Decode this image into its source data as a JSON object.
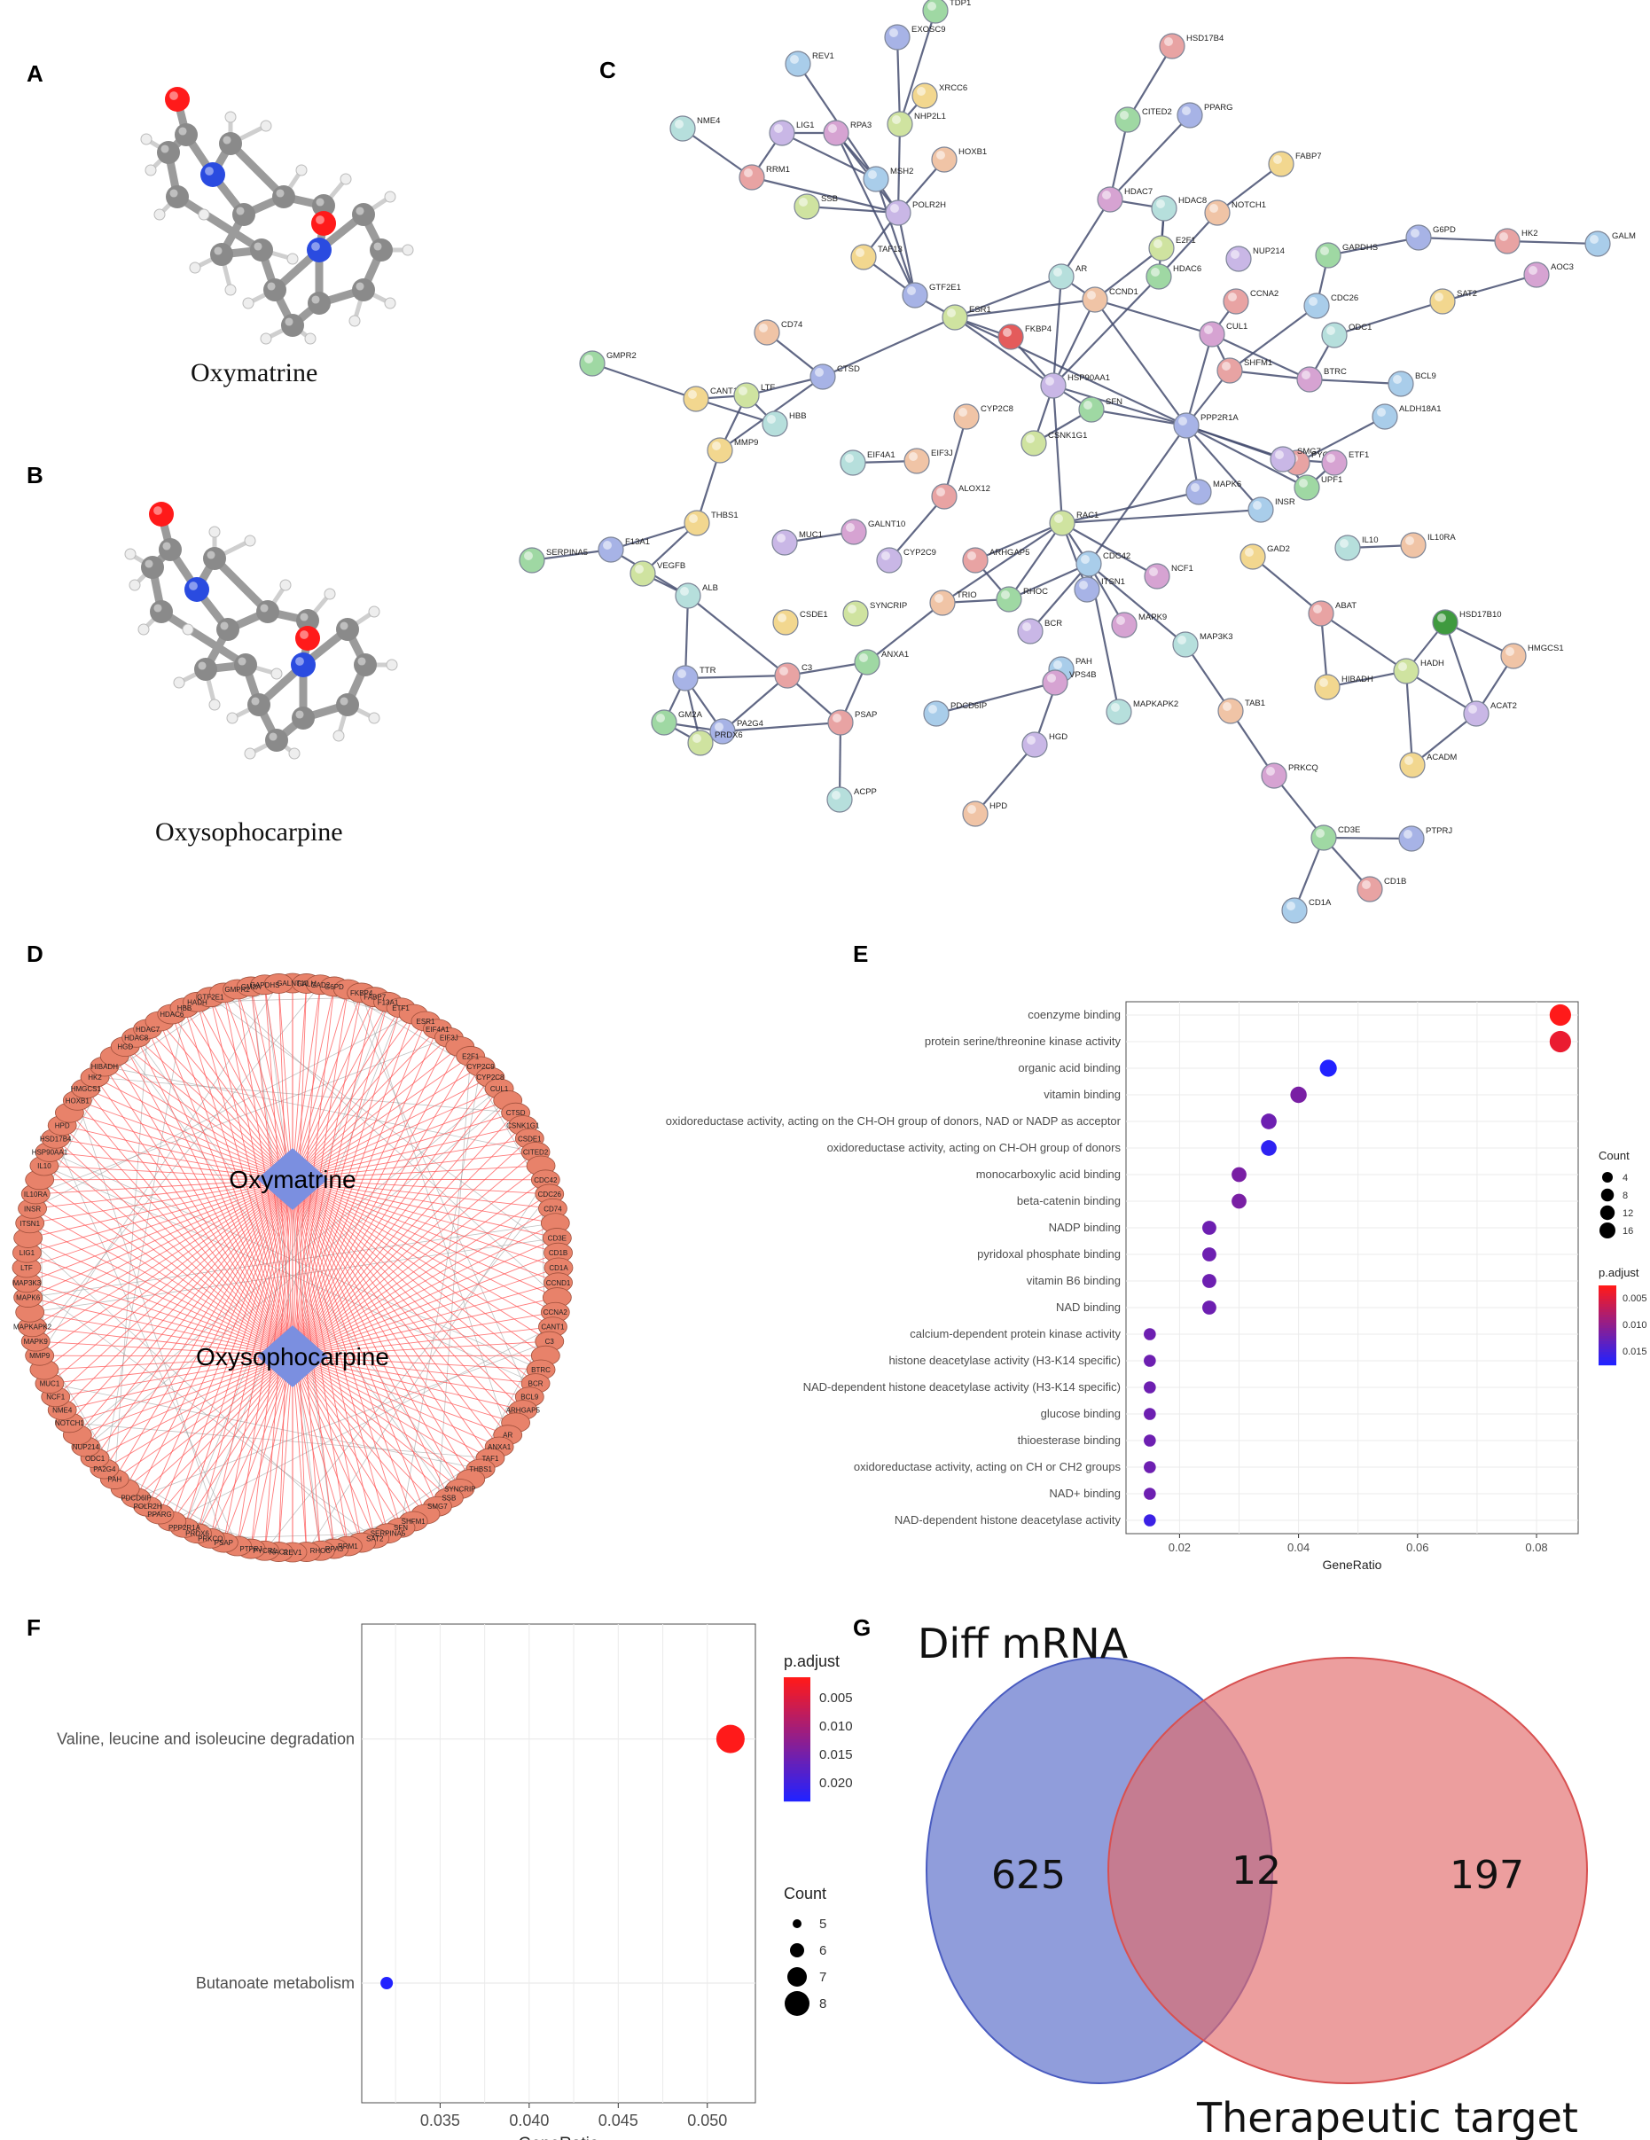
{
  "panels": {
    "A": "A",
    "B": "B",
    "C": "C",
    "D": "D",
    "E": "E",
    "F": "F",
    "G": "G"
  },
  "molecules": {
    "a_name": "Oxymatrine",
    "b_name": "Oxysophocarpine"
  },
  "colors": {
    "oxygen": "#ff1a1a",
    "nitrogen": "#2a4be0",
    "carbon": "#8a8a8a",
    "hydrogen": "#eeeeee",
    "edge": "#454e70",
    "ring_node": "#e8826a",
    "hub_node": "#7b8fe0",
    "red_edge": "#ff4d4d",
    "venn_left": "#5468c8",
    "venn_right": "#e26a6a"
  },
  "network_c": {
    "nodes": [
      {
        "id": "TDP1"
      },
      {
        "id": "EXOSC9"
      },
      {
        "id": "HSD17B4"
      },
      {
        "id": "REV1"
      },
      {
        "id": "XRCC6"
      },
      {
        "id": "NHP2L1"
      },
      {
        "id": "LIG1"
      },
      {
        "id": "RPA3"
      },
      {
        "id": "NME4"
      },
      {
        "id": "HOXB1"
      },
      {
        "id": "CITED2"
      },
      {
        "id": "PPARG"
      },
      {
        "id": "RRM1"
      },
      {
        "id": "MSH2"
      },
      {
        "id": "FABP7"
      },
      {
        "id": "SSB"
      },
      {
        "id": "POLR2H"
      },
      {
        "id": "HDAC7"
      },
      {
        "id": "HDAC8"
      },
      {
        "id": "NOTCH1"
      },
      {
        "id": "GAPDHS"
      },
      {
        "id": "G6PD"
      },
      {
        "id": "HK2"
      },
      {
        "id": "GALM"
      },
      {
        "id": "TAF13"
      },
      {
        "id": "E2F1"
      },
      {
        "id": "NUP214"
      },
      {
        "id": "AOC3"
      },
      {
        "id": "AR"
      },
      {
        "id": "CCND1"
      },
      {
        "id": "HDAC6"
      },
      {
        "id": "GTF2E1"
      },
      {
        "id": "CCNA2"
      },
      {
        "id": "CDC26"
      },
      {
        "id": "SAT2"
      },
      {
        "id": "ESR1"
      },
      {
        "id": "FKBP4"
      },
      {
        "id": "CUL1"
      },
      {
        "id": "ODC1"
      },
      {
        "id": "CD74"
      },
      {
        "id": "GMPR2"
      },
      {
        "id": "CTSD"
      },
      {
        "id": "SHFM1"
      },
      {
        "id": "BCL9"
      },
      {
        "id": "CANT1"
      },
      {
        "id": "LTF"
      },
      {
        "id": "HSP90AA1"
      },
      {
        "id": "BTRC"
      },
      {
        "id": "HBB"
      },
      {
        "id": "CYP2C8"
      },
      {
        "id": "SFN"
      },
      {
        "id": "PPP2R1A"
      },
      {
        "id": "PYCR1"
      },
      {
        "id": "ALDH18A1"
      },
      {
        "id": "MMP9"
      },
      {
        "id": "CSNK1G1"
      },
      {
        "id": "SMG7"
      },
      {
        "id": "ETF1"
      },
      {
        "id": "EIF4A1"
      },
      {
        "id": "EIF3J"
      },
      {
        "id": "UPF1"
      },
      {
        "id": "MAPK6"
      },
      {
        "id": "ALOX12"
      },
      {
        "id": "INSR"
      },
      {
        "id": "THBS1"
      },
      {
        "id": "RAC1"
      },
      {
        "id": "MUC1"
      },
      {
        "id": "GALNT10"
      },
      {
        "id": "IL10"
      },
      {
        "id": "IL10RA"
      },
      {
        "id": "SERPINA5"
      },
      {
        "id": "F13A1"
      },
      {
        "id": "ARHGAP5"
      },
      {
        "id": "CDC42"
      },
      {
        "id": "GAD2"
      },
      {
        "id": "VEGFB"
      },
      {
        "id": "CYP2C9"
      },
      {
        "id": "NCF1"
      },
      {
        "id": "ALB"
      },
      {
        "id": "TRIO"
      },
      {
        "id": "RHOC"
      },
      {
        "id": "ITSN1"
      },
      {
        "id": "ABAT"
      },
      {
        "id": "HSD17B10"
      },
      {
        "id": "CSDE1"
      },
      {
        "id": "SYNCRIP"
      },
      {
        "id": "BCR"
      },
      {
        "id": "MAPK9"
      },
      {
        "id": "MAP3K3"
      },
      {
        "id": "HMGCS1"
      },
      {
        "id": "ANXA1"
      },
      {
        "id": "TTR"
      },
      {
        "id": "C3"
      },
      {
        "id": "PAH"
      },
      {
        "id": "HIBADH"
      },
      {
        "id": "HADH"
      },
      {
        "id": "ACAT2"
      },
      {
        "id": "VPS4B"
      },
      {
        "id": "MAPKAPK2"
      },
      {
        "id": "TAB1"
      },
      {
        "id": "GM2A"
      },
      {
        "id": "PA2G4"
      },
      {
        "id": "PSAP"
      },
      {
        "id": "PDCD6IP"
      },
      {
        "id": "ACADM"
      },
      {
        "id": "PRDX6"
      },
      {
        "id": "HGD"
      },
      {
        "id": "PRKCQ"
      },
      {
        "id": "ACPP"
      },
      {
        "id": "HPD"
      },
      {
        "id": "CD3E"
      },
      {
        "id": "PTPRJ"
      },
      {
        "id": "CD1B"
      },
      {
        "id": "CD1A"
      }
    ]
  },
  "network_d": {
    "center_nodes": [
      "Oxymatrine",
      "Oxysophocarpine"
    ],
    "ring_labels": [
      "GALNT10",
      "GALM",
      "GAD2",
      "G6PD",
      "FKBP4",
      "FABP7",
      "F13A1",
      "ETF1",
      "ESR1",
      "EIF4A1",
      "EIF3J",
      "E2F1",
      "CYP2C9",
      "CYP2C8",
      "CUL1",
      "CTSD",
      "CSNK1G1",
      "CSDE1",
      "CITED2",
      "CDC42",
      "CDC26",
      "CD74",
      "CD3E",
      "CD1B",
      "CD1A",
      "CCND1",
      "CCNA2",
      "CANT1",
      "C3",
      "BTRC",
      "BCR",
      "BCL9",
      "ARHGAP5",
      "AR",
      "ANXA1",
      "TAF1",
      "THBS1",
      "SYNCRIP",
      "SSB",
      "SMG7",
      "SHFM1",
      "SFN",
      "SERPINA5",
      "SAT2",
      "RRM1",
      "RPA3",
      "RHOC",
      "REV1",
      "RAC1",
      "PYCR1",
      "PTPRJ",
      "PSAP",
      "PRKCQ",
      "PRDX6",
      "PPP2R1A",
      "PPARG",
      "POLR2H",
      "PDCD6IP",
      "PAH",
      "PA2G4",
      "ODC1",
      "NUP214",
      "NOTCH1",
      "NME4",
      "NCF1",
      "MUC1",
      "MMP9",
      "MAPK9",
      "MAPKAPK2",
      "MAPK6",
      "MAP3K3",
      "LTF",
      "LIG1",
      "ITSN1",
      "INSR",
      "IL10RA",
      "IL10",
      "HSP90AA1",
      "HSD17B4",
      "HPD",
      "HOXB1",
      "HMGCS1",
      "HK2",
      "HIBADH",
      "HGD",
      "HDAC8",
      "HDAC7",
      "HDAC6",
      "HBB",
      "HADH",
      "GTF2E1",
      "GMPR2",
      "GM2A",
      "GAPDHS"
    ]
  },
  "chart_data": [
    {
      "panel": "E",
      "type": "scatter",
      "categories": [
        "coenzyme binding",
        "protein serine/threonine kinase activity",
        "organic acid binding",
        "vitamin binding",
        "oxidoreductase activity, acting on the CH-OH group of donors, NAD or NADP as acceptor",
        "oxidoreductase activity, acting on CH-OH group of donors",
        "monocarboxylic acid binding",
        "beta-catenin binding",
        "NADP binding",
        "pyridoxal phosphate binding",
        "vitamin B6 binding",
        "NAD binding",
        "calcium-dependent protein kinase activity",
        "histone deacetylase activity (H3-K14 specific)",
        "NAD-dependent histone deacetylase activity (H3-K14 specific)",
        "glucose binding",
        "thioesterase binding",
        "oxidoreductase activity, acting on CH or CH2 groups",
        "NAD+ binding",
        "NAD-dependent histone deacetylase activity"
      ],
      "x": [
        0.084,
        0.084,
        0.045,
        0.04,
        0.035,
        0.035,
        0.03,
        0.03,
        0.025,
        0.025,
        0.025,
        0.025,
        0.015,
        0.015,
        0.015,
        0.015,
        0.015,
        0.015,
        0.015,
        0.015
      ],
      "count": [
        17,
        17,
        9,
        8,
        7,
        7,
        6,
        6,
        5,
        5,
        5,
        5,
        3,
        3,
        3,
        3,
        3,
        3,
        3,
        3
      ],
      "p_adjust": [
        0.0003,
        0.002,
        0.018,
        0.011,
        0.012,
        0.017,
        0.011,
        0.011,
        0.012,
        0.012,
        0.012,
        0.012,
        0.012,
        0.012,
        0.012,
        0.012,
        0.012,
        0.012,
        0.012,
        0.016
      ],
      "xlabel": "GeneRatio",
      "ylabel": "",
      "xlim": [
        0.011,
        0.087
      ],
      "xticks": [
        "0.02",
        "0.04",
        "0.06",
        "0.08"
      ],
      "xtick_values": [
        0.02,
        0.04,
        0.06,
        0.08
      ],
      "size_legend": {
        "title": "Count",
        "values": [
          "4",
          "8",
          "12",
          "16"
        ]
      },
      "color_legend": {
        "title": "p.adjust",
        "values": [
          "0.005",
          "0.010",
          "0.015"
        ],
        "low": "#ff1a1a",
        "high": "#2222ff"
      },
      "grid": true
    },
    {
      "panel": "F",
      "type": "scatter",
      "categories": [
        "Valine, leucine and isoleucine degradation",
        "Butanoate metabolism"
      ],
      "x": [
        0.0513,
        0.032
      ],
      "count": [
        8,
        5
      ],
      "p_adjust": [
        0.0005,
        0.023
      ],
      "xlabel": "GeneRatio",
      "ylabel": "",
      "xlim": [
        0.0306,
        0.0527
      ],
      "xticks": [
        "0.035",
        "0.040",
        "0.045",
        "0.050"
      ],
      "xtick_values": [
        0.035,
        0.04,
        0.045,
        0.05
      ],
      "size_legend": {
        "title": "Count",
        "values": [
          "5",
          "6",
          "7",
          "8"
        ]
      },
      "color_legend": {
        "title": "p.adjust",
        "values": [
          "0.005",
          "0.010",
          "0.015",
          "0.020"
        ],
        "low": "#ff1a1a",
        "high": "#2222ff"
      },
      "grid": true
    },
    {
      "panel": "G",
      "type": "venn",
      "sets": [
        "Diff mRNA",
        "Therapeutic target"
      ],
      "values": {
        "left_only": 625,
        "both": 12,
        "right_only": 197
      }
    }
  ]
}
